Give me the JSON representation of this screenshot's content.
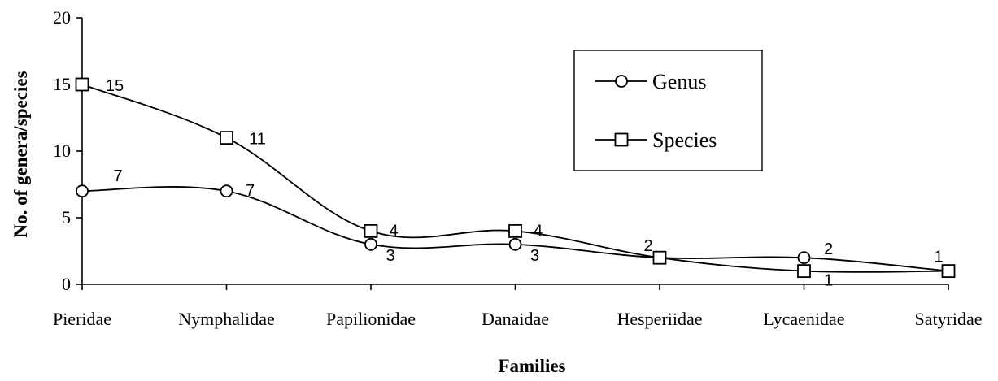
{
  "chart_data": {
    "type": "line",
    "title": "",
    "xlabel": "Families",
    "ylabel": "No. of genera/species",
    "categories": [
      "Pieridae",
      "Nymphalidae",
      "Papilionidae",
      "Danaidae",
      "Hesperiidae",
      "Lycaenidae",
      "Satyridae"
    ],
    "ylim": [
      0,
      20
    ],
    "yticks": [
      "0",
      "5",
      "10",
      "15",
      "20"
    ],
    "grid": false,
    "legend": "top-right",
    "series": [
      {
        "name": "Genus",
        "marker": "circle",
        "values": [
          7,
          7,
          3,
          3,
          2,
          2,
          1
        ],
        "labels": [
          "7",
          "7",
          "3",
          "3",
          "2",
          "2",
          "1"
        ]
      },
      {
        "name": "Species",
        "marker": "square",
        "values": [
          15,
          11,
          4,
          4,
          2,
          1,
          1
        ],
        "labels": [
          "15",
          "11",
          "4",
          "4",
          "",
          "1",
          ""
        ]
      }
    ]
  }
}
